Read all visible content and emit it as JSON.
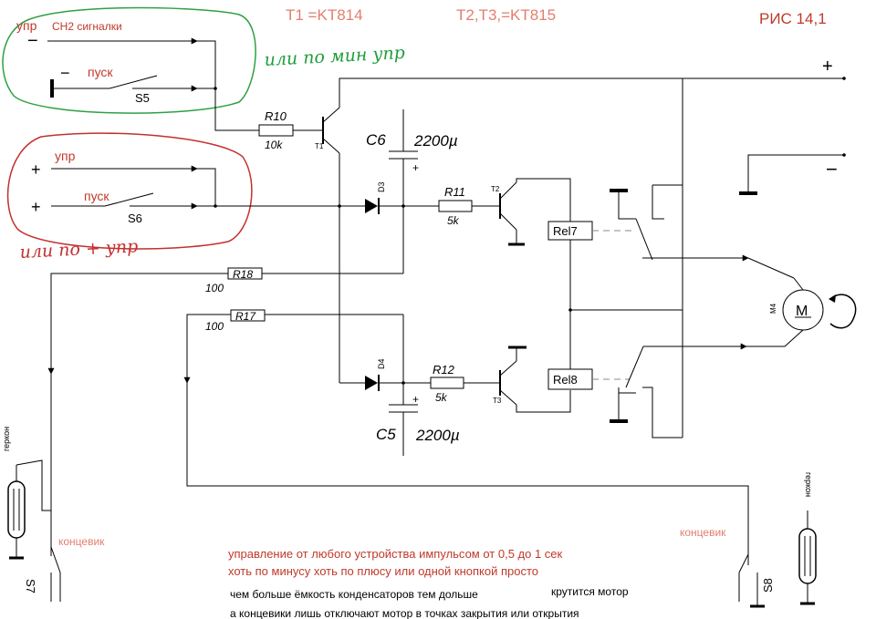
{
  "header": {
    "t1": "T1 =KT814",
    "t23": "T2,T3,=KT815",
    "fig": "РИС 14,1"
  },
  "inputs": {
    "upr_ch2": "упр",
    "ch2": "CH2 сигналки",
    "minus_sign": "−",
    "pusk_minus": "пуск",
    "s5": "S5",
    "upr_plus": "упр",
    "pusk_plus": "пуск",
    "s6": "S6",
    "plus_sign": "+"
  },
  "handwriting": {
    "minus_note": "или по мин упр",
    "plus_note": "или по + упр"
  },
  "components": {
    "r10": "R10",
    "r10_val": "10k",
    "t1": "T1",
    "c6": "C6",
    "c6_val": "2200µ",
    "d3": "D3",
    "r11": "R11",
    "r11_val": "5k",
    "t2": "T2",
    "rel7": "Rel7",
    "r18": "R18",
    "r18_val": "100",
    "r17": "R17",
    "r17_val": "100",
    "d4": "D4",
    "r12": "R12",
    "r12_val": "5k",
    "t3": "T3",
    "rel8": "Rel8",
    "c5": "C5",
    "c5_val": "2200µ",
    "m4": "M4",
    "motor_m": "M",
    "cap_plus": "+",
    "supply_plus": "+",
    "supply_minus": "−"
  },
  "limits": {
    "gerkon_left": "геркон",
    "konc_left": "концевик",
    "s7": "S7",
    "gerkon_right": "геркон",
    "konc_right": "концевик",
    "s8": "S8"
  },
  "notes": {
    "line1": "управление от любого устройства импульсом от 0,5 до 1 сек",
    "line2": "хоть по минусу хоть по плюсу или одной кнопкой просто",
    "line3": "чем больше ёмкость конденсаторов тем дольше",
    "line3b": "крутится мотор",
    "line4": "а концевики лишь отключают мотор в  точках закрытия или открытия"
  }
}
